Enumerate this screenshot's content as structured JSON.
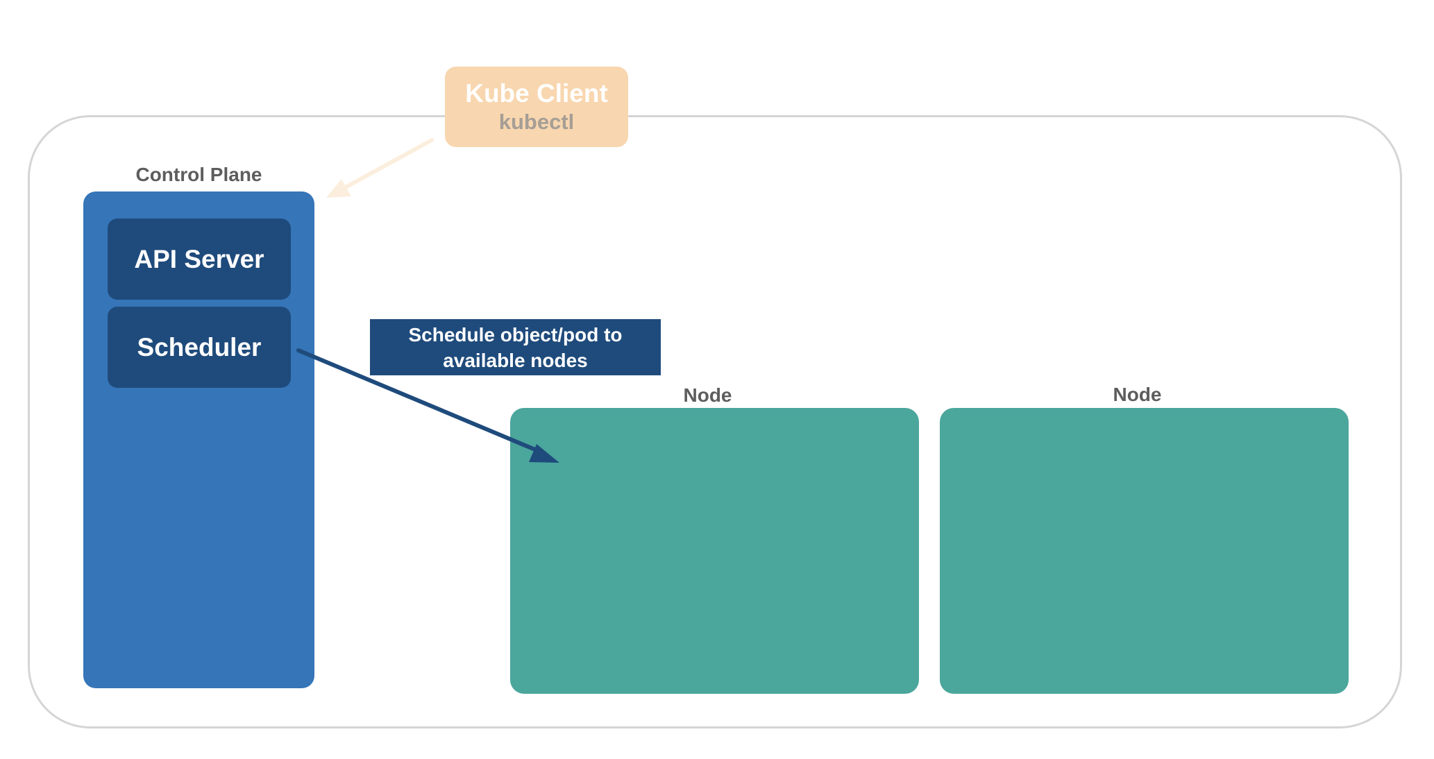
{
  "kube_client": {
    "title": "Kube Client",
    "subtitle": "kubectl"
  },
  "control_plane": {
    "label": "Control Plane",
    "components": [
      "API Server",
      "Scheduler"
    ]
  },
  "schedule_note": "Schedule object/pod to available nodes",
  "nodes": [
    {
      "label": "Node"
    },
    {
      "label": "Node"
    }
  ],
  "colors": {
    "cluster_outline": "#d5d5d5",
    "kube_client_fill": "#f8d6af",
    "control_plane_fill": "#3575b8",
    "component_fill": "#1f4b7c",
    "node_fill": "#4ba69c",
    "client_arrow": "#fbeedd",
    "schedule_arrow": "#1f4b7c"
  }
}
